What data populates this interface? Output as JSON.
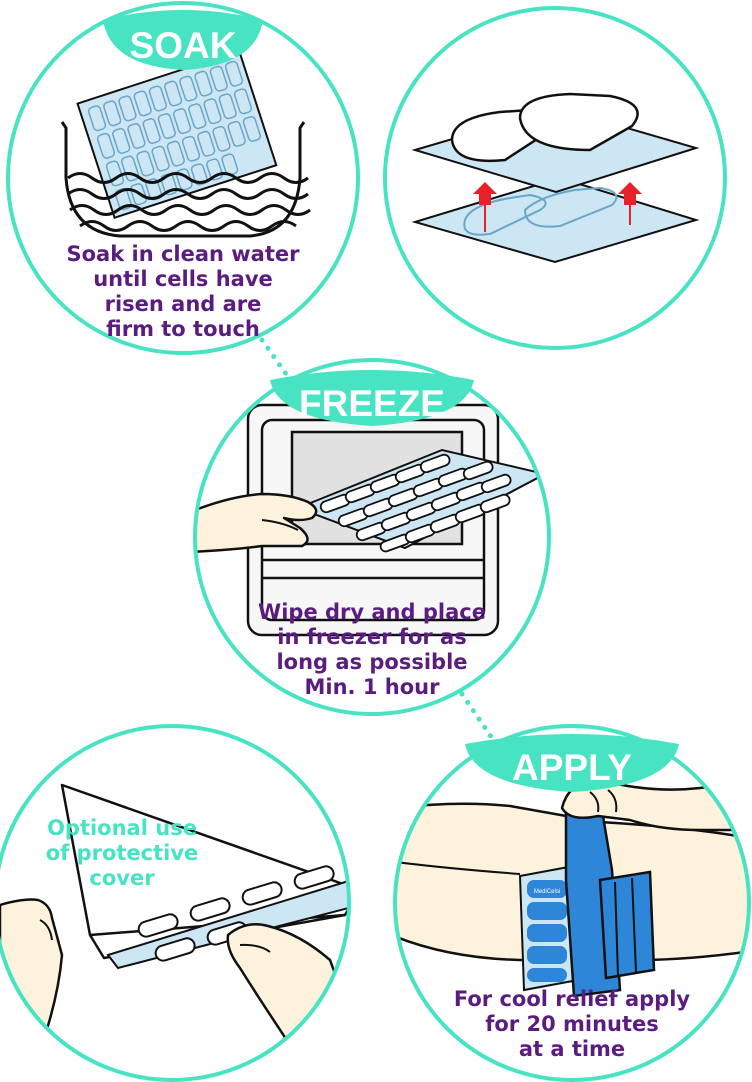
{
  "colors": {
    "teal": "#48e3c3",
    "purple": "#5b1c80",
    "gel_blue": "#cce6f4",
    "wrap_blue": "#2e86d9",
    "skin": "#fdf3dd",
    "outline": "#111111"
  },
  "steps": {
    "soak": {
      "badge": "SOAK",
      "caption": [
        "Soak in clean water",
        "until cells have",
        "risen and are",
        "firm to touch"
      ]
    },
    "rise": {
      "icon": "rising-cells-icon"
    },
    "freeze": {
      "badge": "FREEZE",
      "caption": [
        "Wipe dry and place",
        "in freezer for as",
        "long as possible",
        "Min. 1 hour"
      ]
    },
    "cover": {
      "caption": [
        "Optional use",
        "of protective",
        "cover"
      ]
    },
    "apply": {
      "badge": "APPLY",
      "caption": [
        "For cool relief apply",
        "for 20 minutes",
        "at a time"
      ],
      "pad_brand": "MediCelsi"
    }
  }
}
